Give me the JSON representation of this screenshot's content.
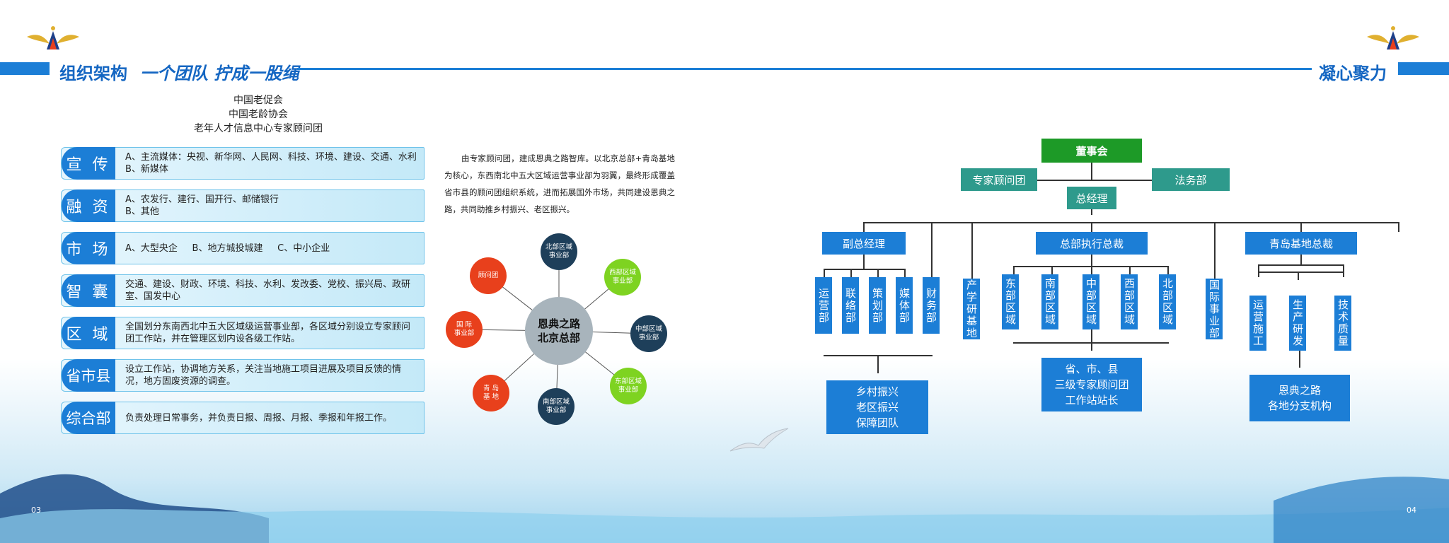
{
  "header": {
    "left_title": "组织架构",
    "slogan": "一个团队  拧成一股绳",
    "right_title": "凝心聚力"
  },
  "organizations": [
    "中国老促会",
    "中国老龄协会",
    "老年人才信息中心专家顾问团"
  ],
  "rows": [
    {
      "tag": "宣 传",
      "desc": "A、主流媒体：央视、新华网、人民网、科技、环境、建设、交通、水利\nB、新媒体"
    },
    {
      "tag": "融 资",
      "desc": "A、农发行、建行、国开行、邮储银行\nB、其他"
    },
    {
      "tag": "市 场",
      "desc": "A、大型央企     B、地方城投城建     C、中小企业"
    },
    {
      "tag": "智 囊",
      "desc": "交通、建设、财政、环境、科技、水利、发改委、党校、振兴局、政研室、国发中心"
    },
    {
      "tag": "区 域",
      "desc": "全国划分东南西北中五大区域级运营事业部，各区域分别设立专家顾问团工作站，并在管理区划内设各级工作站。"
    },
    {
      "tag": "省市县",
      "desc": "设立工作站，协调地方关系，关注当地施工项目进展及项目反馈的情况，地方固废资源的调查。"
    },
    {
      "tag": "综合部",
      "desc": "负责处理日常事务，并负责日报、周报、月报、季报和年报工作。"
    }
  ],
  "paragraph": "由专家顾问团，建成恩典之路智库。以北京总部+青岛基地为核心，东西南北中五大区域运营事业部为羽翼，最终形成覆盖省市县的顾问团组织系统，进而拓展国外市场，共同建设恩典之路，共同助推乡村振兴、老区振兴。",
  "hub": {
    "center": "恩典之路\n北京总部",
    "nodes": [
      {
        "label": "北部区域\n事业部",
        "color": "#1e3f5a"
      },
      {
        "label": "西部区域\n事业部",
        "color": "#7ed321"
      },
      {
        "label": "中部区域\n事业部",
        "color": "#1e3f5a"
      },
      {
        "label": "东部区域\n事业部",
        "color": "#7ed321"
      },
      {
        "label": "南部区域\n事业部",
        "color": "#1e3f5a"
      },
      {
        "label": "青 岛\n基 地",
        "color": "#e8401c"
      },
      {
        "label": "国  际\n事业部",
        "color": "#e8401c"
      },
      {
        "label": "顾问团",
        "color": "#e8401c"
      }
    ]
  },
  "orgchart": {
    "board": "董事会",
    "advisors": "专家顾问团",
    "legal": "法务部",
    "gm": "总经理",
    "vice_gm": "副总经理",
    "exec": "总部执行总裁",
    "qingdao": "青岛基地总裁",
    "vice_depts": [
      "运营部",
      "联络部",
      "策划部",
      "媒体部",
      "财务部"
    ],
    "industry_base": "产学研基地",
    "regions": [
      "东部区域",
      "南部区域",
      "中部区域",
      "西部区域",
      "北部区域"
    ],
    "intl": "国际事业部",
    "qd_depts": [
      "运营施工",
      "生产研发",
      "技术质量"
    ],
    "support_team": "乡村振兴\n老区振兴\n保障团队",
    "station_heads": "省、市、县\n三级专家顾问团\n工作站站长",
    "branches": "恩典之路\n各地分支机构"
  },
  "page_numbers": {
    "left": "03",
    "right": "04"
  },
  "colors": {
    "primary": "#1c7ed6",
    "green": "#1d9a27",
    "teal": "#2e9a8c"
  }
}
